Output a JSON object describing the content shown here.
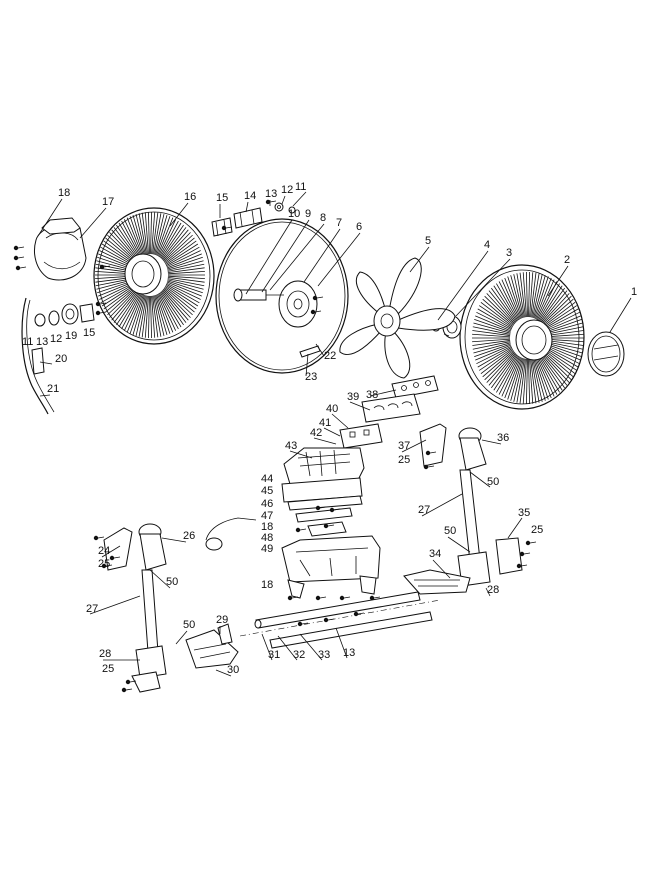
{
  "diagram": {
    "labels": {
      "p1": "1",
      "p2": "2",
      "p3": "3",
      "p4": "4",
      "p5": "5",
      "p6": "6",
      "p7": "7",
      "p8": "8",
      "p9": "9",
      "p10": "10",
      "p11a": "11",
      "p11b": "11",
      "p12a": "12",
      "p12b": "12",
      "p13a": "13",
      "p13b": "13",
      "p13c": "13",
      "p14": "14",
      "p15a": "15",
      "p15b": "15",
      "p16": "16",
      "p17": "17",
      "p18a": "18",
      "p18b": "18",
      "p18c": "18",
      "p19": "19",
      "p20": "20",
      "p21": "21",
      "p22": "22",
      "p23": "23",
      "p24": "24",
      "p25a": "25",
      "p25b": "25",
      "p25c": "25",
      "p25d": "25",
      "p26": "26",
      "p27a": "27",
      "p27b": "27",
      "p28a": "28",
      "p28b": "28",
      "p29": "29",
      "p30": "30",
      "p31": "31",
      "p32": "32",
      "p33": "33",
      "p34": "34",
      "p35": "35",
      "p36": "36",
      "p37": "37",
      "p38": "38",
      "p39": "39",
      "p40": "40",
      "p41": "41",
      "p42": "42",
      "p43": "43",
      "p44": "44",
      "p45": "45",
      "p46": "46",
      "p47": "47",
      "p48": "48",
      "p49": "49",
      "p50a": "50",
      "p50b": "50",
      "p50c": "50",
      "p50d": "50"
    }
  }
}
